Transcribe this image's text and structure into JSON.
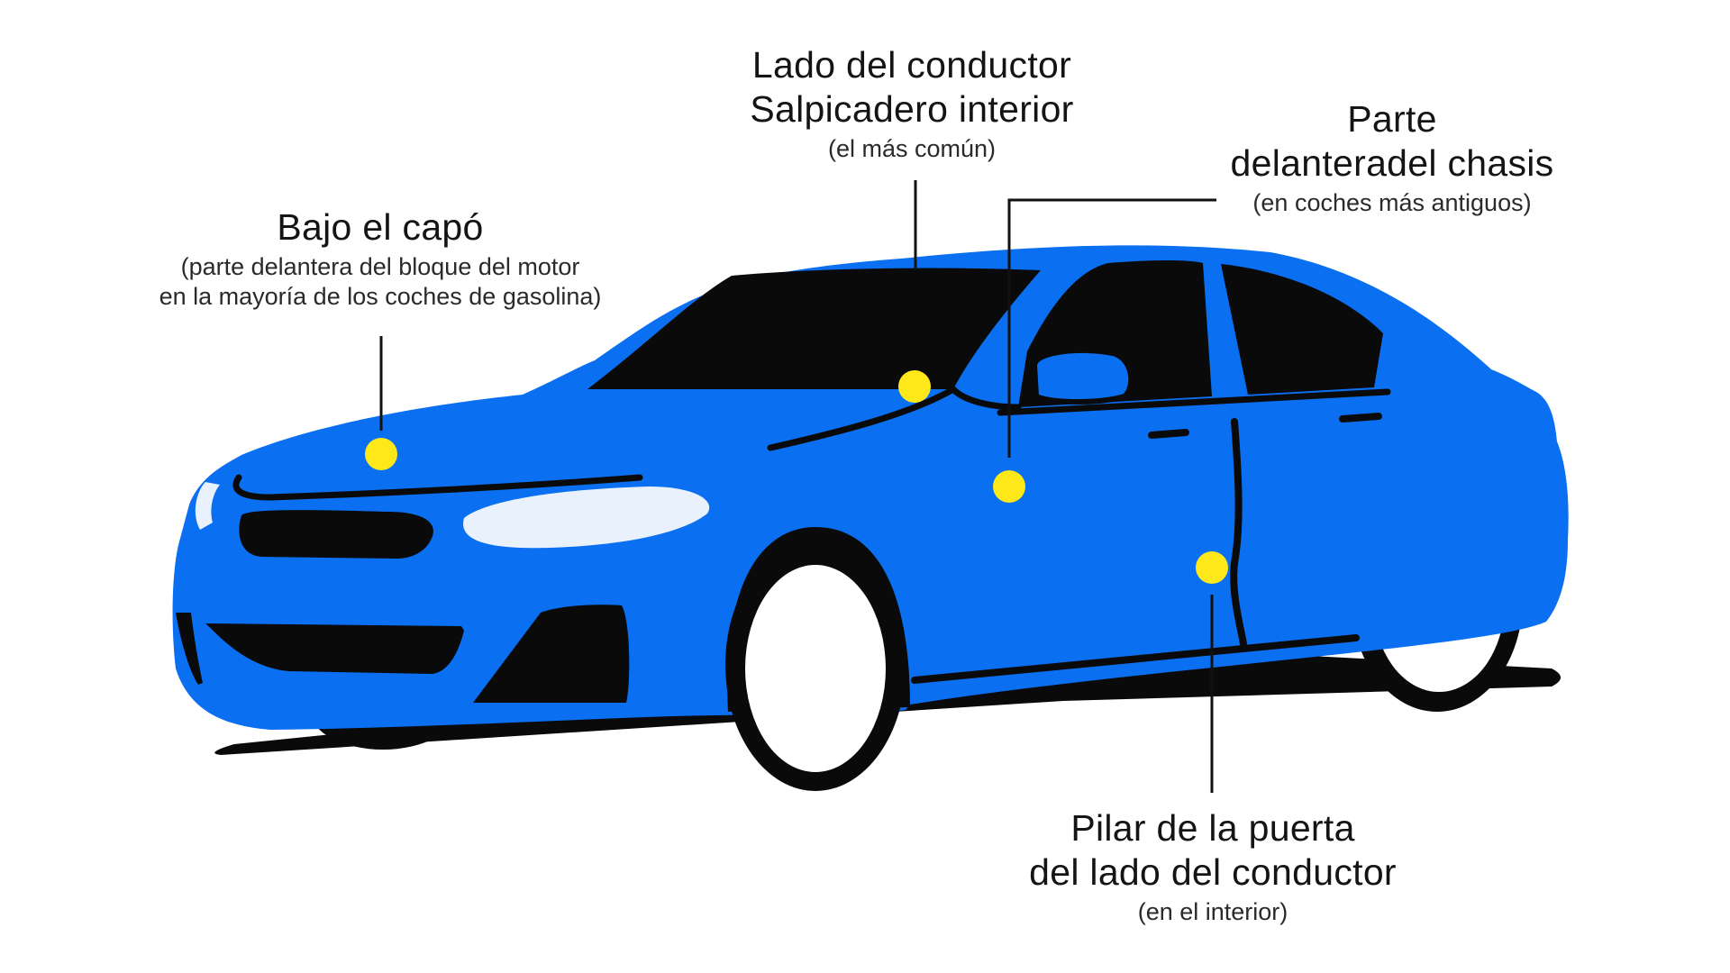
{
  "colors": {
    "body": "#0a6ff0",
    "black": "#0a0a0a",
    "marker": "#ffe81a",
    "headlight": "#e9f1fd",
    "wheel": "#ffffff"
  },
  "labels": {
    "hood": {
      "title": "Bajo el capó",
      "sub_line1": "(parte delantera del bloque del motor",
      "sub_line2": "en la mayoría de los coches de gasolina)"
    },
    "dash": {
      "title_line1": "Lado del conductor",
      "title_line2": "Salpicadero interior",
      "sub": "(el más común)"
    },
    "frame": {
      "title_line1": "Parte",
      "title_line2": "delanteradel chasis",
      "sub": "(en coches más antiguos)"
    },
    "pillar": {
      "title_line1": "Pilar de la puerta",
      "title_line2": "del lado del conductor",
      "sub": "(en el interior)"
    }
  }
}
